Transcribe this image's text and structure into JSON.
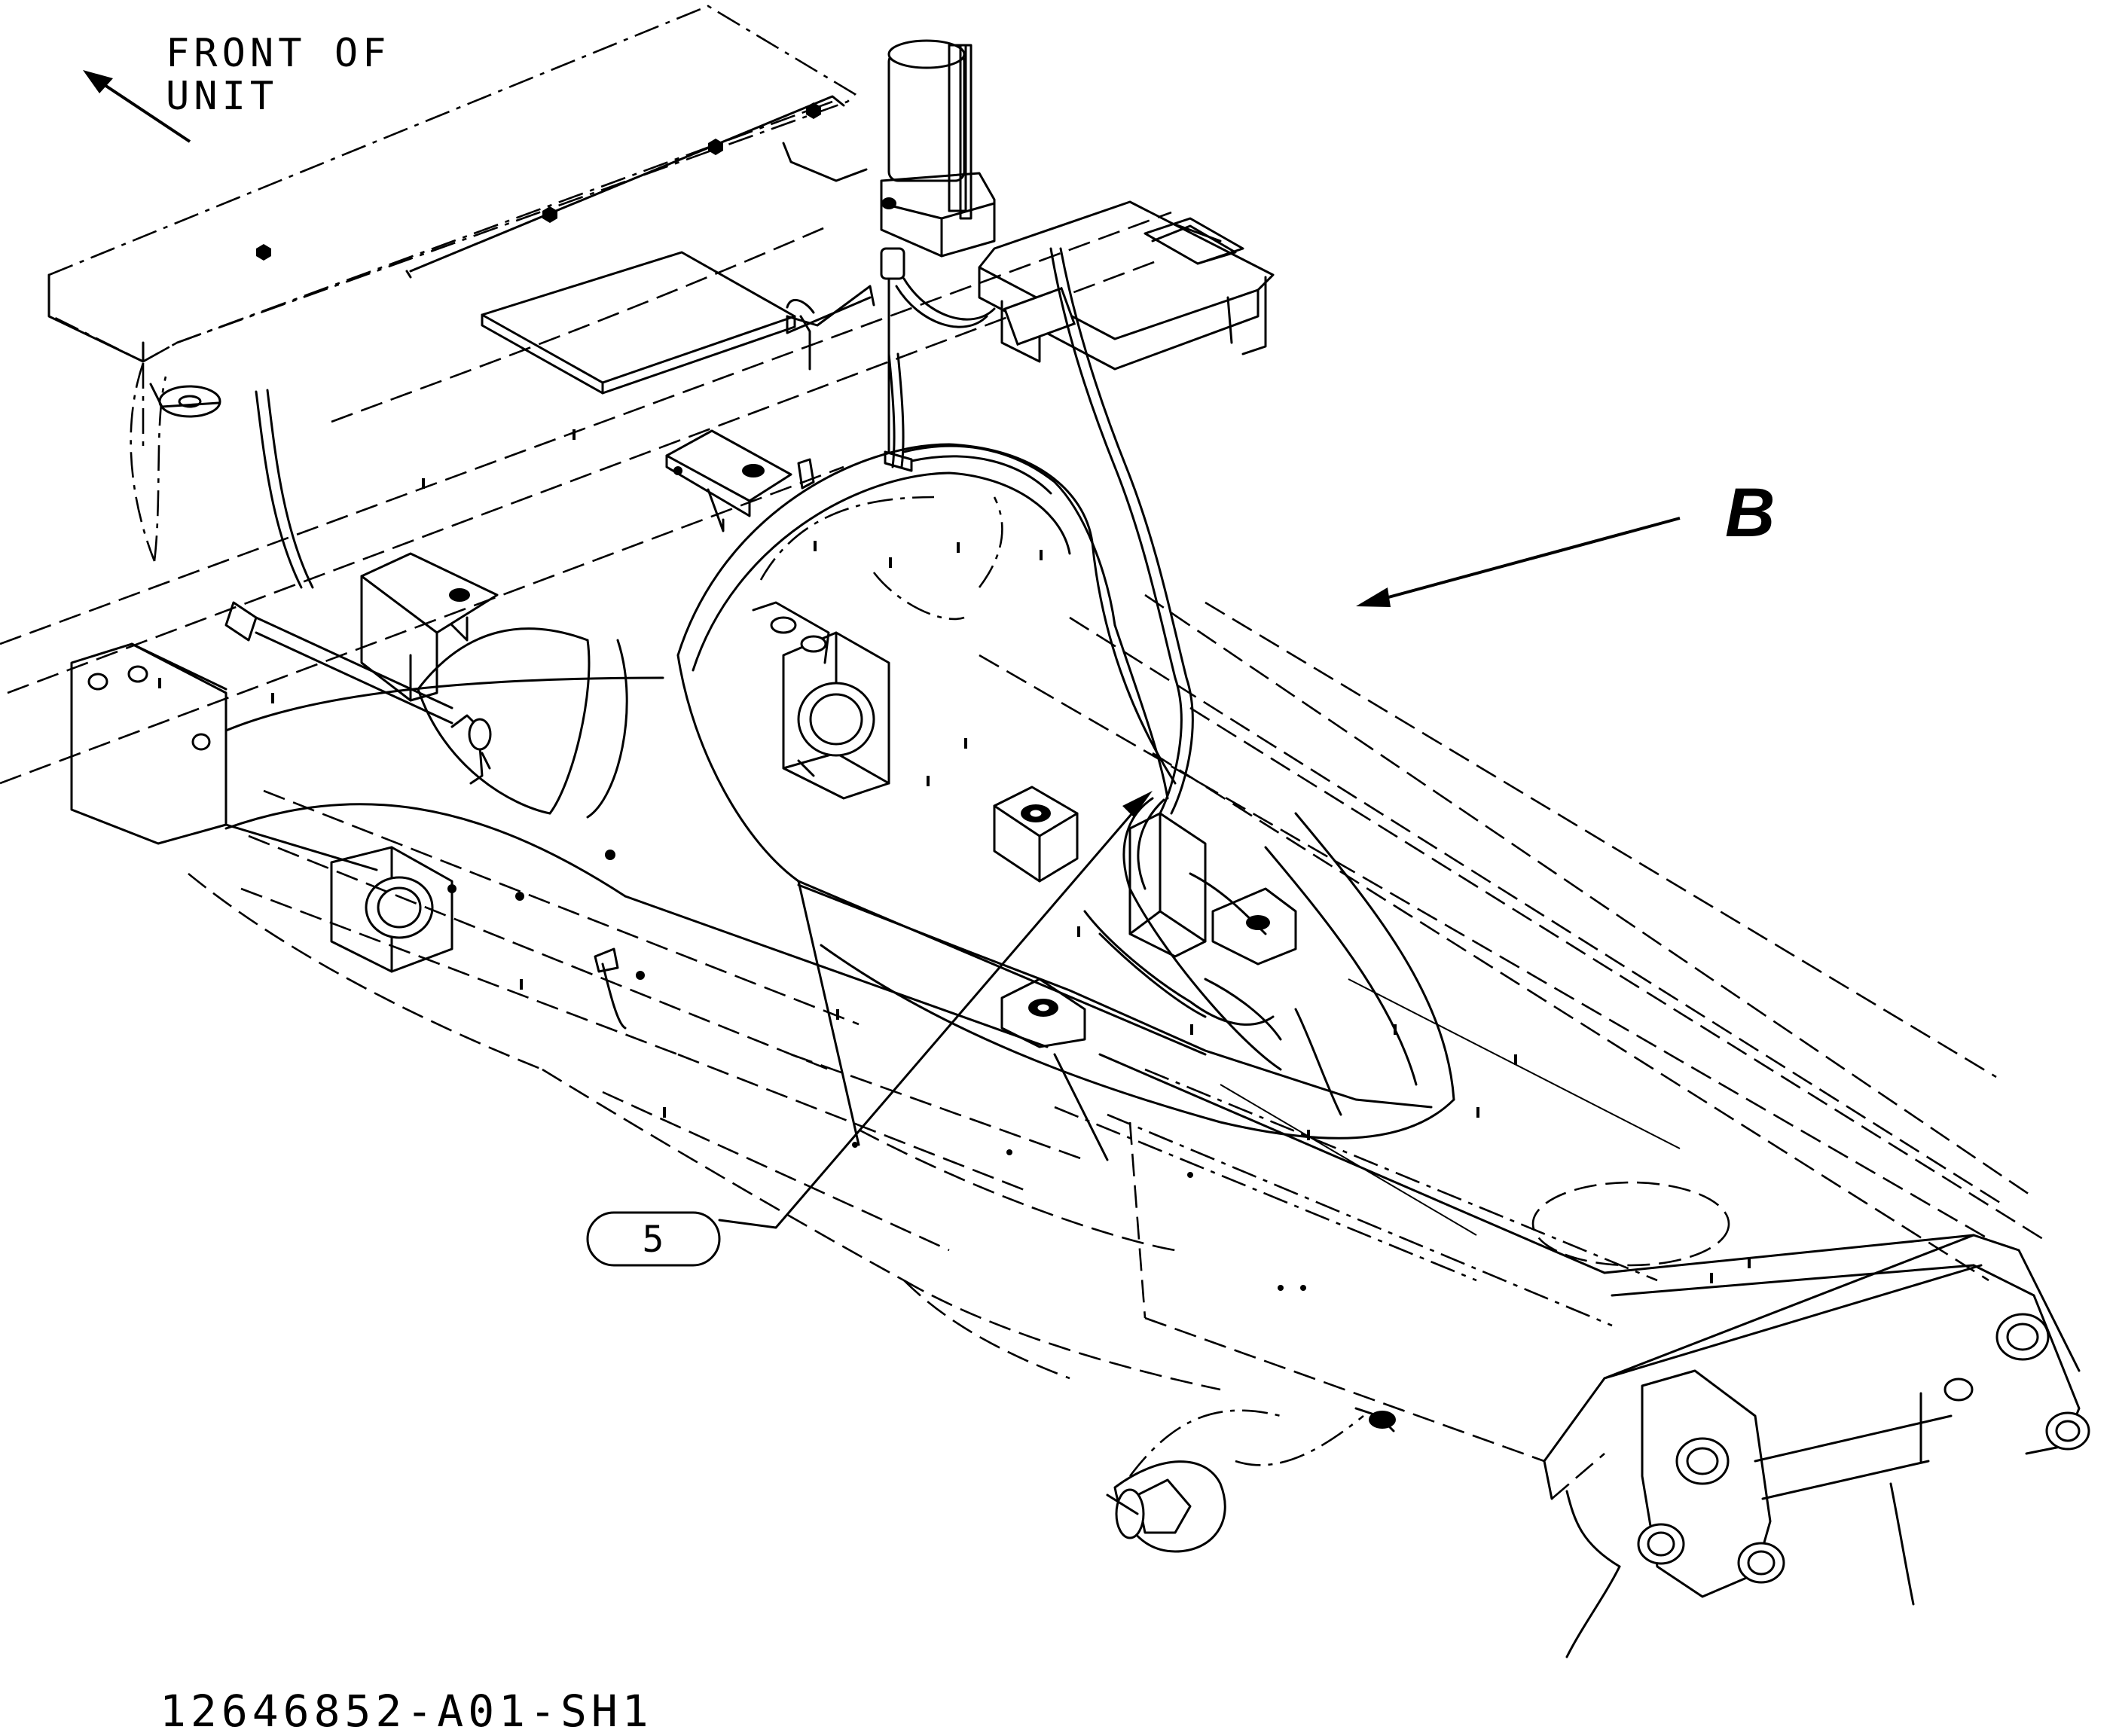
{
  "orientation_label": "FRONT OF\nUNIT",
  "orientation_line1": "FRONT OF",
  "orientation_line2": "UNIT",
  "view_label": "B",
  "callouts": [
    {
      "id": "5",
      "label": "5"
    }
  ],
  "drawing_number": "12646852-A01-SH1"
}
